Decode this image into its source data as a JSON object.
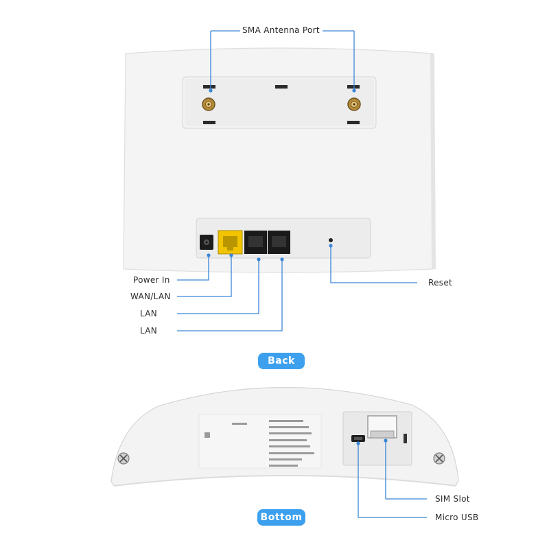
{
  "back_view": {
    "top_label": "SMA Antenna Port",
    "callouts": {
      "power": "Power In",
      "wan": "WAN/LAN",
      "lan1": "LAN",
      "lan2": "LAN",
      "reset": "Reset"
    },
    "section_badge": "Back"
  },
  "bottom_view": {
    "callouts": {
      "sim": "SIM Slot",
      "usb": "Micro USB"
    },
    "section_badge": "Bottom"
  },
  "colors": {
    "accent": "#3da0ee",
    "wan_port": "#f2c400",
    "lan_port": "#1a1a1a"
  }
}
